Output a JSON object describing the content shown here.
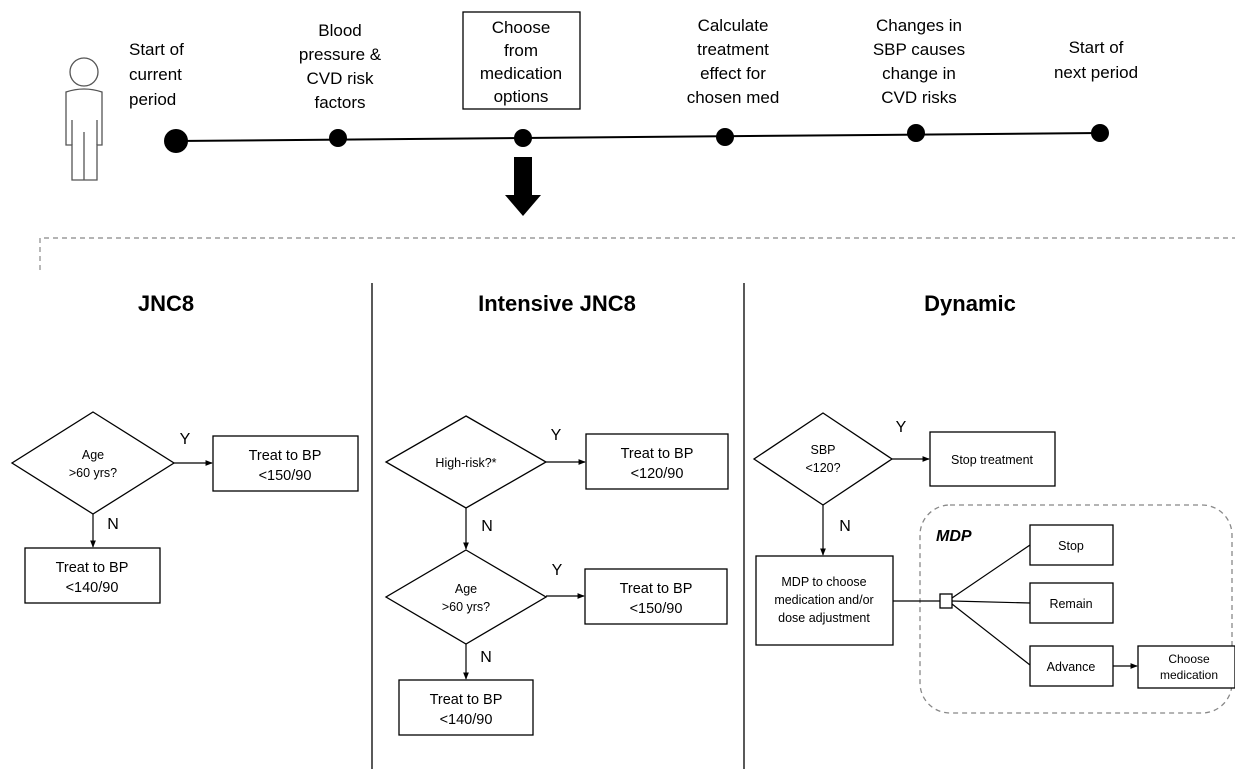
{
  "timeline": {
    "start_of_current_period": [
      "Start of",
      "current",
      "period"
    ],
    "bp_cvd": [
      "Blood",
      "pressure &",
      "CVD risk",
      "factors"
    ],
    "choose_med": [
      "Choose",
      "from",
      "medication",
      "options"
    ],
    "calc_effect": [
      "Calculate",
      "treatment",
      "effect for",
      "chosen med"
    ],
    "sbp_changes": [
      "Changes in",
      "SBP causes",
      "change in",
      "CVD risks"
    ],
    "start_next": [
      "Start of",
      "next period"
    ]
  },
  "jnc8": {
    "title": "JNC8",
    "age_q": [
      "Age",
      ">60 yrs?"
    ],
    "yes": "Y",
    "no": "N",
    "treat_150": [
      "Treat to BP",
      "<150/90"
    ],
    "treat_140": [
      "Treat to BP",
      "<140/90"
    ]
  },
  "intensive": {
    "title": "Intensive JNC8",
    "highrisk_q": "High-risk?*",
    "yes1": "Y",
    "no1": "N",
    "treat_120": [
      "Treat to BP",
      "<120/90"
    ],
    "age_q": [
      "Age",
      ">60 yrs?"
    ],
    "yes2": "Y",
    "no2": "N",
    "treat_150": [
      "Treat to BP",
      "<150/90"
    ],
    "treat_140": [
      "Treat to BP",
      "<140/90"
    ]
  },
  "dynamic": {
    "title": "Dynamic",
    "sbp_q": [
      "SBP",
      "<120?"
    ],
    "yes": "Y",
    "no": "N",
    "stop_treatment": "Stop treatment",
    "mdp_choose": [
      "MDP to choose",
      "medication and/or",
      "dose adjustment"
    ],
    "mdp_label": "MDP",
    "stop": "Stop",
    "remain": "Remain",
    "advance": "Advance",
    "choose_medication": [
      "Choose",
      "medication"
    ]
  }
}
